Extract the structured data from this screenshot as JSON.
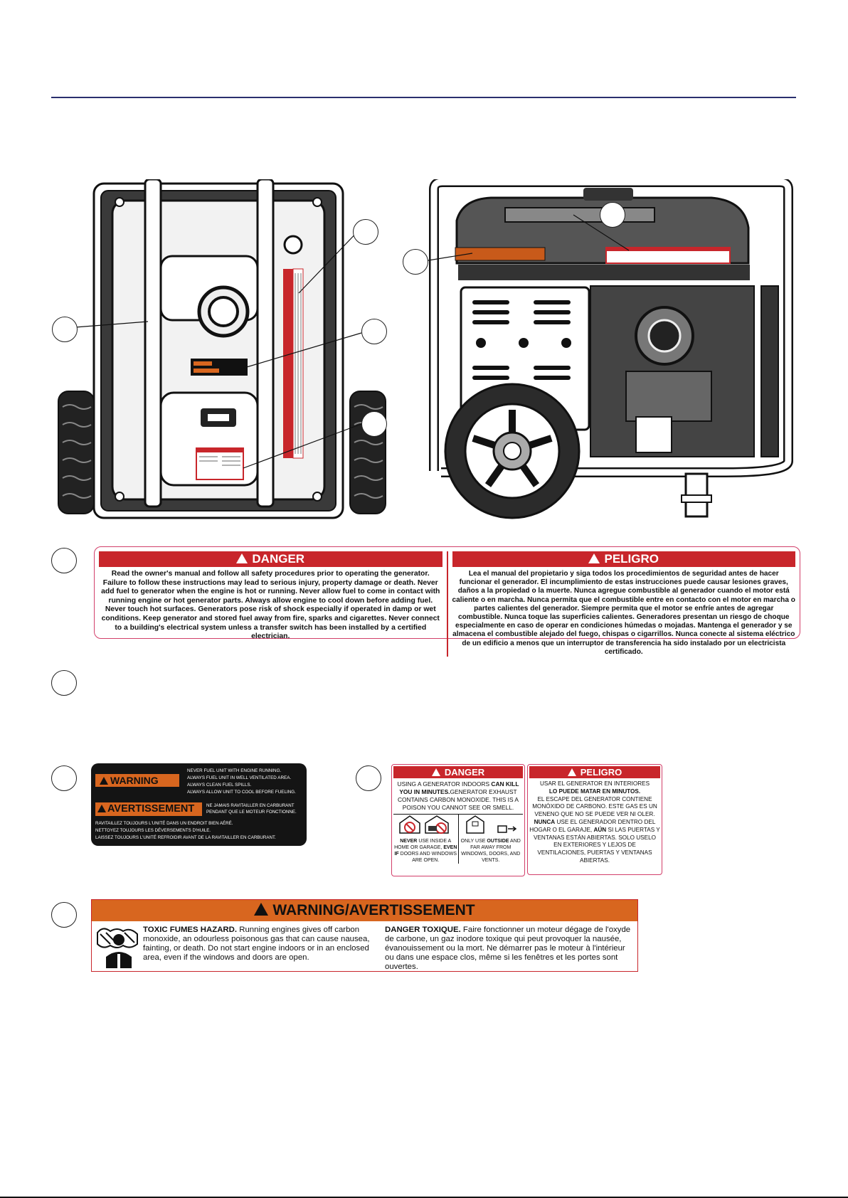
{
  "danger_label": {
    "en_title": "DANGER",
    "es_title": "PELIGRO",
    "en_body": "Read the owner's manual and follow all safety procedures prior to operating the generator. Failure to follow these instructions may lead to serious injury, property damage or death. Never add fuel to generator when the engine is hot or running. Never allow fuel to come in contact with running engine or hot generator parts. Always allow engine to cool down before adding fuel. Never touch hot surfaces. Generators pose risk of shock especially if operated in damp or wet conditions. Keep generator and stored fuel away from fire, sparks and cigarettes. Never connect to a building's electrical system unless a transfer switch has been installed by a certified electrician.",
    "es_body": "Lea el manual del propietario y siga todos los procedimientos de seguridad antes de hacer funcionar el generador. El incumplimiento de estas instrucciones puede causar lesiones graves, daños a la propiedad o la muerte. Nunca agregue combustible al generador cuando el motor está caliente o en marcha. Nunca permita que el combustible entre en contacto con el motor en marcha o partes calientes del generador. Siempre permita que el motor se enfríe antes de agregar combustible. Nunca toque las superficies calientes. Generadores presentan un riesgo de choque especialmente en caso de operar en condiciones húmedas o mojadas. Mantenga el generador y se almacena el combustible alejado del fuego, chispas o cigarrillos. Nunca conecte al sistema eléctrico de un edificio a menos que un interruptor de transferencia ha sido instalado por un electricista certificado."
  },
  "fuel_label": {
    "warning_title": "WARNING",
    "warning_lines": [
      "NEVER FUEL UNIT WITH ENGINE RUNNING.",
      "ALWAYS FUEL UNIT IN WELL VENTILATED AREA.",
      "ALWAYS CLEAN FUEL SPILLS.",
      "ALWAYS ALLOW UNIT TO COOL BEFORE FUELING."
    ],
    "avert_title": "AVERTISSEMENT",
    "avert_right": "NE JAMAIS RAVITAILLER EN CARBURANT PENDANT QUE LE MOTEUR FONCTIONNE.",
    "avert_lines": [
      "RAVITAILLEZ TOUJOURS L'UNITÉ DANS UN ENDROIT BIEN AÉRÉ.",
      "NETTOYEZ TOUJOURS LES DÉVERSEMENTS D'HUILE.",
      "LAISSEZ TOUJOURS L'UNITÉ REFROIDIR AVANT DE LA RAVITAILLER EN CARBURANT."
    ]
  },
  "co_label": {
    "en_title": "DANGER",
    "en_parts": [
      "USING A GENERATOR INDOORS ",
      "CAN KILL YOU IN MINUTES.",
      "GENERATOR EXHAUST CONTAINS CARBON MONOXIDE. THIS IS A POISON YOU CANNOT SEE OR SMELL."
    ],
    "never_1": "NEVER",
    "never_2": " USE INSIDE A HOME OR GARAGE, ",
    "never_3": "EVEN IF",
    "never_4": " DOORS AND WINDOWS ARE OPEN.",
    "only_1": "ONLY USE ",
    "only_2": "OUTSIDE",
    "only_3": " AND FAR AWAY FROM WINDOWS, DOORS, AND VENTS.",
    "es_title": "PELIGRO",
    "es_1": "USAR EL GENERATOR EN INTERIORES",
    "es_2": "LO PUEDE MATAR EN MINUTOS.",
    "es_3": "EL ESCAPE DEL GENERATOR CONTIENE MONÓXIDO DE CARBONO. ESTE GAS ES UN VENENO QUE NO SE PUEDE VER NI OLER.",
    "es_4": "NUNCA",
    "es_5": " USE EL GENERADOR DENTRO DEL HOGAR O EL GARAJE, ",
    "es_6": "AÚN",
    "es_7": " SI LAS PUERTAS Y VENTANAS ESTÁN ABIERTAS. SOLO USELO EN EXTERIORES Y LEJOS DE VENTILACIONES, PUERTAS Y VENTANAS ABIERTAS."
  },
  "fumes_label": {
    "title": "WARNING/AVERTISSEMENT",
    "en_bold": "TOXIC FUMES HAZARD.",
    "en_body": " Running engines gives off carbon monoxide, an odourless poisonous gas that can cause nausea, fainting, or death. Do not start engine indoors or in an enclosed area, even if the windows and doors are open.",
    "fr_bold": "DANGER TOXIQUE.",
    "fr_body": " Faire fonctionner un moteur dégage de l'oxyde de carbone, un gaz inodore toxique qui peut provoquer la nausée, évanouissement ou la mort. Ne démarrer pas le moteur à l'intérieur ou dans une espace clos, même si les fenêtres et les portes sont ouvertes."
  }
}
